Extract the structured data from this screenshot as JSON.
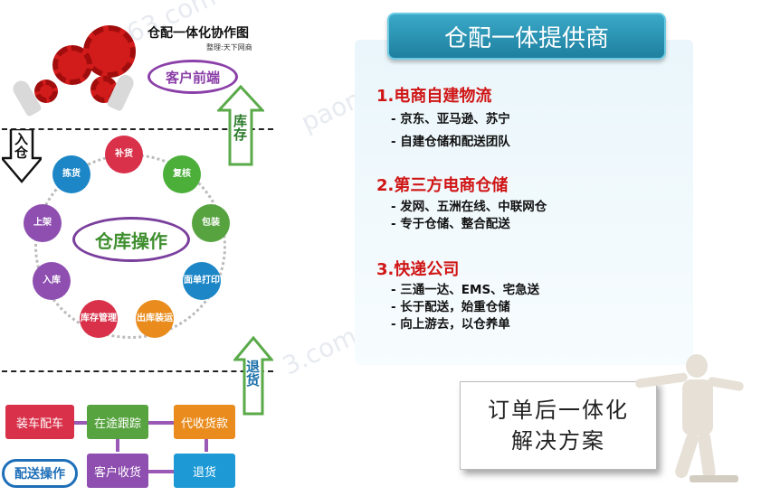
{
  "diagram": {
    "title": "仓配一体化协作图",
    "subtitle": "整理:天下网商",
    "front_end": "客户前端",
    "inbound": "入仓",
    "inventory": "库存",
    "returns": "退货",
    "center": "仓库操作",
    "cycle": [
      {
        "label": "补货",
        "color": "#d9314a"
      },
      {
        "label": "复核",
        "color": "#4caf3a"
      },
      {
        "label": "包装",
        "color": "#57a33f"
      },
      {
        "label": "面单打印",
        "color": "#1d86c6"
      },
      {
        "label": "出库装运",
        "color": "#e98c1d"
      },
      {
        "label": "库存管理",
        "color": "#d9314a"
      },
      {
        "label": "入库",
        "color": "#8e4fb0"
      },
      {
        "label": "上架",
        "color": "#8e4fb0"
      },
      {
        "label": "拣货",
        "color": "#1d86c6"
      }
    ],
    "flow": {
      "load": "装车配车",
      "tracking": "在途跟踪",
      "cod": "代收货款",
      "receipt": "客户收货",
      "return_goods": "退货",
      "dispatch": "配送操作"
    }
  },
  "panel": {
    "header": "仓配一体提供商",
    "sections": [
      {
        "title": "1.电商自建物流",
        "items": [
          "- 京东、亚马逊、苏宁",
          "- 自建仓储和配送团队"
        ]
      },
      {
        "title": "2.第三方电商仓储",
        "items": [
          "- 发网、五洲在线、中联网仓",
          "- 专于仓储、整合配送"
        ]
      },
      {
        "title": "3.快递公司",
        "items": [
          "- 三通一达、EMS、宅急送",
          "- 长于配送，始重仓储",
          "- 向上游去，以仓养单"
        ]
      }
    ]
  },
  "solution": {
    "line1": "订单后一体化",
    "line2": "解决方案"
  },
  "watermarks": [
    "163.com",
    "paonet",
    "3.com"
  ]
}
